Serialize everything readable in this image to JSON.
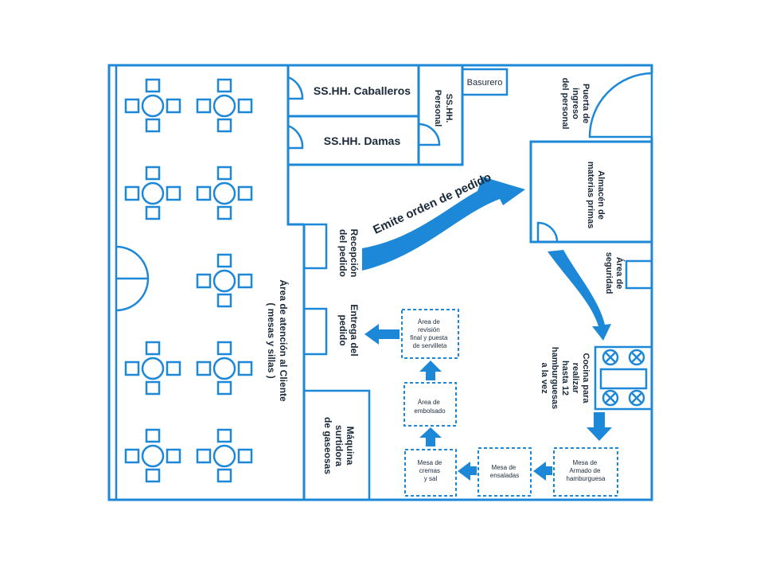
{
  "rooms": {
    "ss_caballeros": "SS.HH. Caballeros",
    "ss_damas": "SS.HH. Damas",
    "ss_personal_1": "SS.HH.",
    "ss_personal_2": "Personal",
    "basurero": "Basurero",
    "puerta_1": "Puerta de",
    "puerta_2": "ingreso",
    "puerta_3": "del personal",
    "almacen_1": "Almacén de",
    "almacen_2": "materias primas",
    "seguridad_1": "Área de",
    "seguridad_2": "seguridad",
    "cocina_1": "Cocina para",
    "cocina_2": "realizar",
    "cocina_3": "hasta 12",
    "cocina_4": "hamburguesas",
    "cocina_5": "a la vez",
    "recepcion_1": "Recepción",
    "recepcion_2": "del pedido",
    "entrega_1": "Entrega del",
    "entrega_2": "pedido",
    "atencion_1": "Área de atención al Cliente",
    "atencion_2": "( mesas y sillas )",
    "maquina_1": "Máquina",
    "maquina_2": "surtidora",
    "maquina_3": "de gaseosas",
    "revision_1": "Área de",
    "revision_2": "revisión",
    "revision_3": "final y puesta",
    "revision_4": "de servilleta",
    "embolsado_1": "Área de",
    "embolsado_2": "embolsado",
    "cremas_1": "Mesa de",
    "cremas_2": "cremas",
    "cremas_3": "y sal",
    "ensaladas_1": "Mesa de",
    "ensaladas_2": "ensaladas",
    "armado_1": "Mesa de",
    "armado_2": "Armado de",
    "armado_3": "hamburguesa"
  },
  "flow": {
    "emite_orden": "Emite orden de pedido"
  },
  "colors": {
    "accent": "#1e88d8",
    "text": "#1a2a3a"
  }
}
